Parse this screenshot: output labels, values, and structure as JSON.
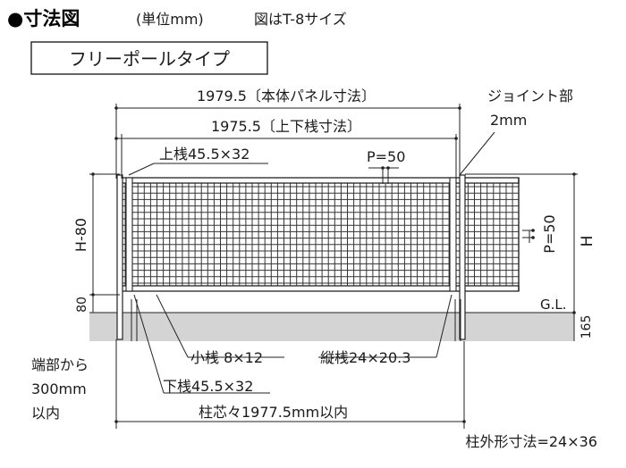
{
  "header": {
    "title": "●寸法図",
    "unit": "(単位mm)",
    "figure_note": "図はT-8サイズ",
    "type_label": "フリーポールタイプ"
  },
  "dims": {
    "panel_width": "1979.5〔本体パネル寸法〕",
    "rail_width": "1975.5〔上下桟寸法〕",
    "joint_label": "ジョイント部",
    "joint_value": "2mm",
    "top_rail": "上桟45.5×32",
    "pitch_h": "P=50",
    "pitch_v": "P=50",
    "left_height": "H-80",
    "height": "H",
    "bottom_gap": "80",
    "ground": "G.L.",
    "embed": "165",
    "small_bar": "小桟 8×12",
    "vertical_bar": "縦桟24×20.3",
    "bottom_rail": "下桟45.5×32",
    "end_note_1": "端部から",
    "end_note_2": "300mm",
    "end_note_3": "以内",
    "post_pitch": "柱芯々1977.5mm以内",
    "post_size": "柱外形寸法=24×36"
  },
  "colors": {
    "ground_fill": "#d4d4d4",
    "line": "#222222"
  }
}
